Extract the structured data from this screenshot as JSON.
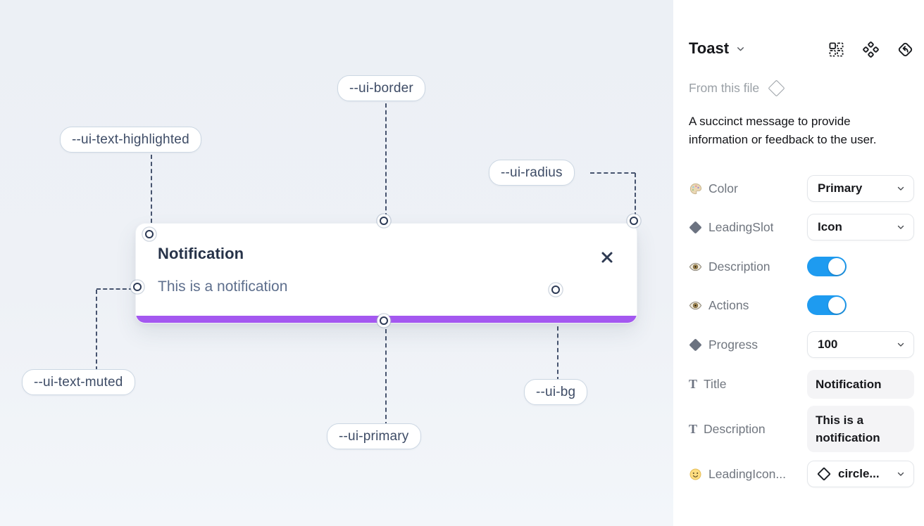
{
  "canvas": {
    "toast": {
      "title": "Notification",
      "description": "This is a notification"
    },
    "labels": [
      {
        "text": "--ui-border"
      },
      {
        "text": "--ui-text-highlighted"
      },
      {
        "text": "--ui-radius"
      },
      {
        "text": "--ui-text-muted"
      },
      {
        "text": "--ui-primary"
      },
      {
        "text": "--ui-bg"
      }
    ],
    "colors": {
      "primary_bar": "#a458f0",
      "canvas_bg": "#eef1f6",
      "pill_border": "#ccd7e3",
      "connector": "#46536e"
    }
  },
  "panel": {
    "title": "Toast",
    "source": "From this file",
    "description": "A succinct message to provide information or feedback to the user.",
    "header_icons": [
      "dashed-grid-icon",
      "component-icon",
      "go-to-main-component-icon"
    ],
    "toggle_on_color": "#1e9bf0",
    "properties": [
      {
        "label": "Color",
        "icon": "palette-icon",
        "control": "dropdown",
        "value": "Primary"
      },
      {
        "label": "LeadingSlot",
        "icon": "diamond-icon",
        "control": "dropdown",
        "value": "Icon"
      },
      {
        "label": "Description",
        "icon": "eye-icon",
        "control": "toggle",
        "on": true
      },
      {
        "label": "Actions",
        "icon": "eye-icon",
        "control": "toggle",
        "on": true
      },
      {
        "label": "Progress",
        "icon": "diamond-icon",
        "control": "dropdown",
        "value": "100"
      },
      {
        "label": "Title",
        "icon": "text-icon",
        "control": "text",
        "value": "Notification"
      },
      {
        "label": "Description",
        "icon": "text-icon",
        "control": "text",
        "value": "This is a notification"
      },
      {
        "label": "LeadingIcon...",
        "icon": "smiley-icon",
        "control": "icon-dropdown",
        "value": "circle..."
      }
    ]
  }
}
